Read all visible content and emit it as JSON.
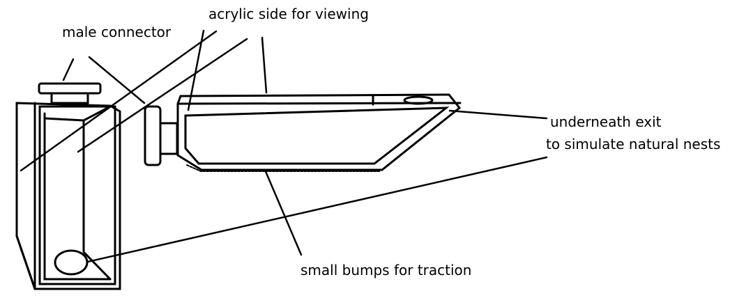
{
  "labels": {
    "male_connector": "male connector",
    "acrylic_side": "acrylic side for viewing",
    "underneath_exit_line1": "underneath exit",
    "underneath_exit_line2": "to simulate natural nests",
    "small_bumps": "small bumps for traction"
  },
  "colors": {
    "stroke": "#000000",
    "background": "#ffffff"
  }
}
